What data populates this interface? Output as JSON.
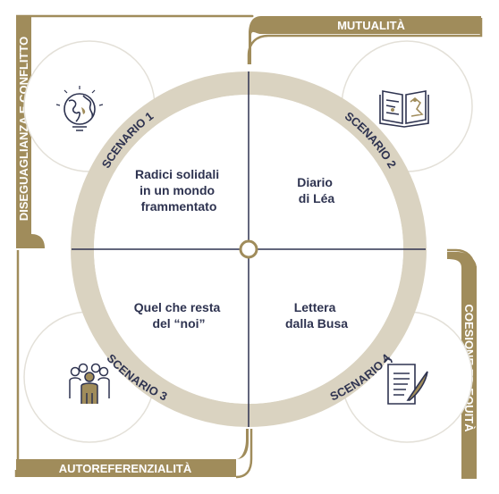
{
  "axes": {
    "top": "MUTUALITÀ",
    "left": "DISEGUAGLIANZA E CONFLITTO",
    "right": "COESIONE ED EQUITÀ",
    "bottom": "AUTOREFERENZIALITÀ"
  },
  "scenarios": [
    {
      "tag": "SCENARIO 1",
      "title_lines": [
        "Radici solidali",
        "in un mondo",
        "frammentato"
      ],
      "icon": "globe-icon"
    },
    {
      "tag": "SCENARIO 2",
      "title_lines": [
        "Diario",
        "di Léa"
      ],
      "icon": "open-book-icon"
    },
    {
      "tag": "SCENARIO 3",
      "title_lines": [
        "Quel che resta",
        "del “noi”"
      ],
      "icon": "people-group-icon"
    },
    {
      "tag": "SCENARIO 4",
      "title_lines": [
        "Lettera",
        "dalla Busa"
      ],
      "icon": "letter-quill-icon"
    }
  ],
  "colors": {
    "gold": "#A08C5B",
    "ring": "#DAD3C1",
    "navy": "#2E3350",
    "circle_outline": "#E3E0D8"
  }
}
